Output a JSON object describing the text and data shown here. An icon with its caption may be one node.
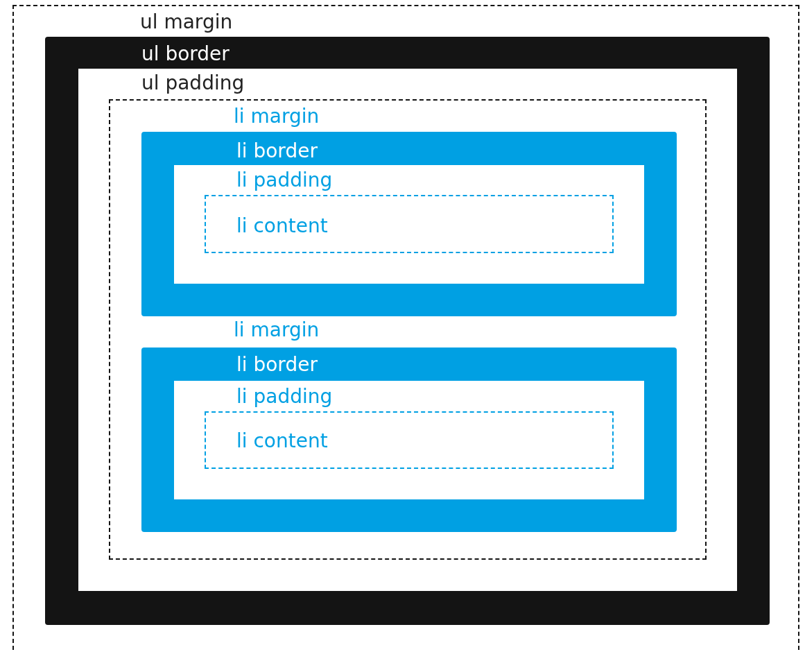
{
  "diagram": {
    "nodes": [
      {
        "text": [
          "ul margin"
        ]
      },
      {
        "text": [
          "ul border"
        ],
        "in": 0
      },
      {
        "text": [
          "ul padding"
        ],
        "in": 1
      },
      {
        "text": [],
        "shape": "box",
        "in": 2
      },
      {
        "text": [
          "li border"
        ],
        "in": 3
      },
      {
        "text": [
          "li padding"
        ],
        "in": 4
      },
      {
        "text": [
          "li content"
        ],
        "in": 5
      },
      {
        "text": [
          "li border"
        ],
        "in": 3
      },
      {
        "text": [
          "li padding"
        ],
        "in": 7
      },
      {
        "text": [
          "li content"
        ],
        "in": 8
      }
    ],
    "labels": [
      "li margin",
      "li margin"
    ]
  }
}
